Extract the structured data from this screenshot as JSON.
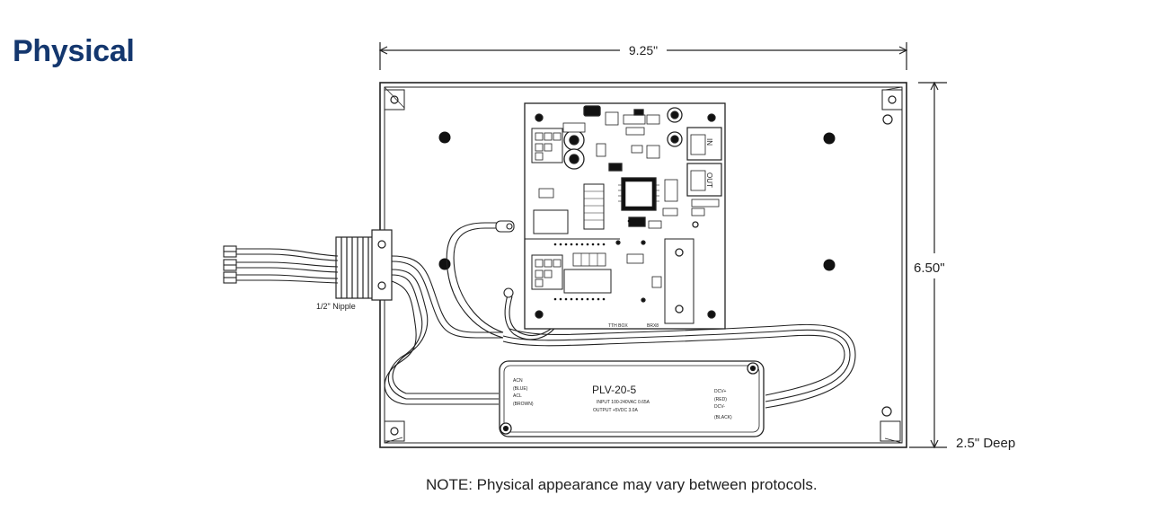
{
  "heading": "Physical",
  "dimensions": {
    "width": "9.25\"",
    "height": "6.50\"",
    "depth": "2.5\" Deep"
  },
  "labels": {
    "nipple": "1/2\" Nipple",
    "port_in": "IN",
    "port_out": "OUT",
    "pcb_silk_left": "TTH BOX",
    "pcb_silk_right": "BRX8"
  },
  "power_supply": {
    "model": "PLV-20-5",
    "input_spec": "INPUT 100-240VAC 0.65A",
    "output_spec": "OUTPUT +5VDC 3.0A",
    "left_terminals": [
      "ACN",
      "(BLUE)",
      "ACL",
      "(BROWN)"
    ],
    "right_terminals": [
      "DCV+",
      "(RED)",
      "DCV-",
      "(BLACK)"
    ]
  },
  "note": "NOTE: Physical appearance may vary between protocols."
}
